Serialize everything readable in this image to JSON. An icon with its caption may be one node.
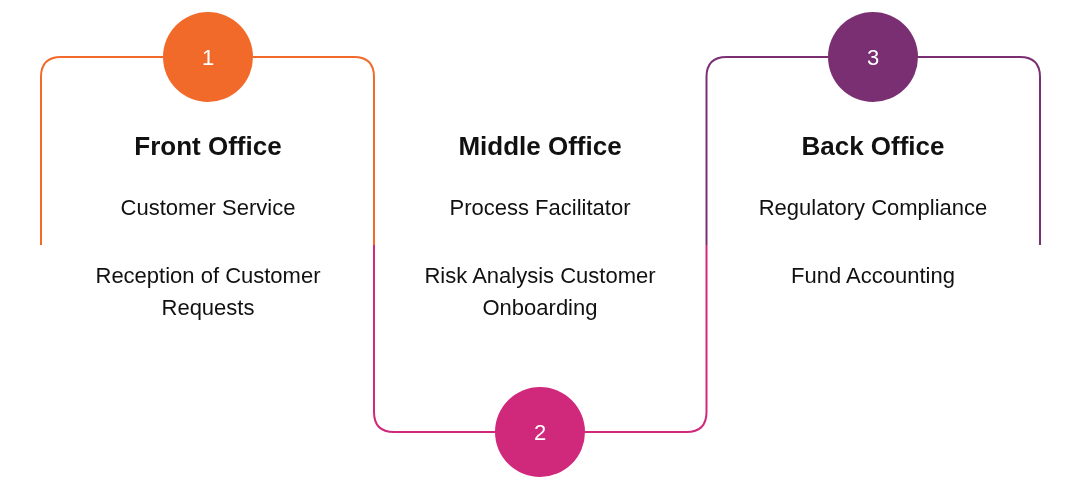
{
  "diagram": {
    "nodes": [
      {
        "text": [
          "1"
        ]
      },
      {
        "text": [
          "Front Office",
          "Customer Service",
          "Reception of Customer Requests"
        ]
      },
      {
        "text": [
          "2"
        ]
      },
      {
        "text": [
          "Middle Office",
          "Process Facilitator",
          "Risk Analysis Customer Onboarding"
        ]
      },
      {
        "text": [
          "3"
        ]
      },
      {
        "text": [
          "Back Office",
          "Regulatory Compliance",
          "Fund Accounting"
        ]
      }
    ],
    "edges": [
      {
        "from": null,
        "to": 0,
        "arrow": "none"
      },
      {
        "from": 0,
        "to": 2,
        "arrow": "none"
      },
      {
        "from": 2,
        "to": 4,
        "arrow": "none"
      },
      {
        "from": 4,
        "to": null,
        "arrow": "none"
      }
    ]
  }
}
